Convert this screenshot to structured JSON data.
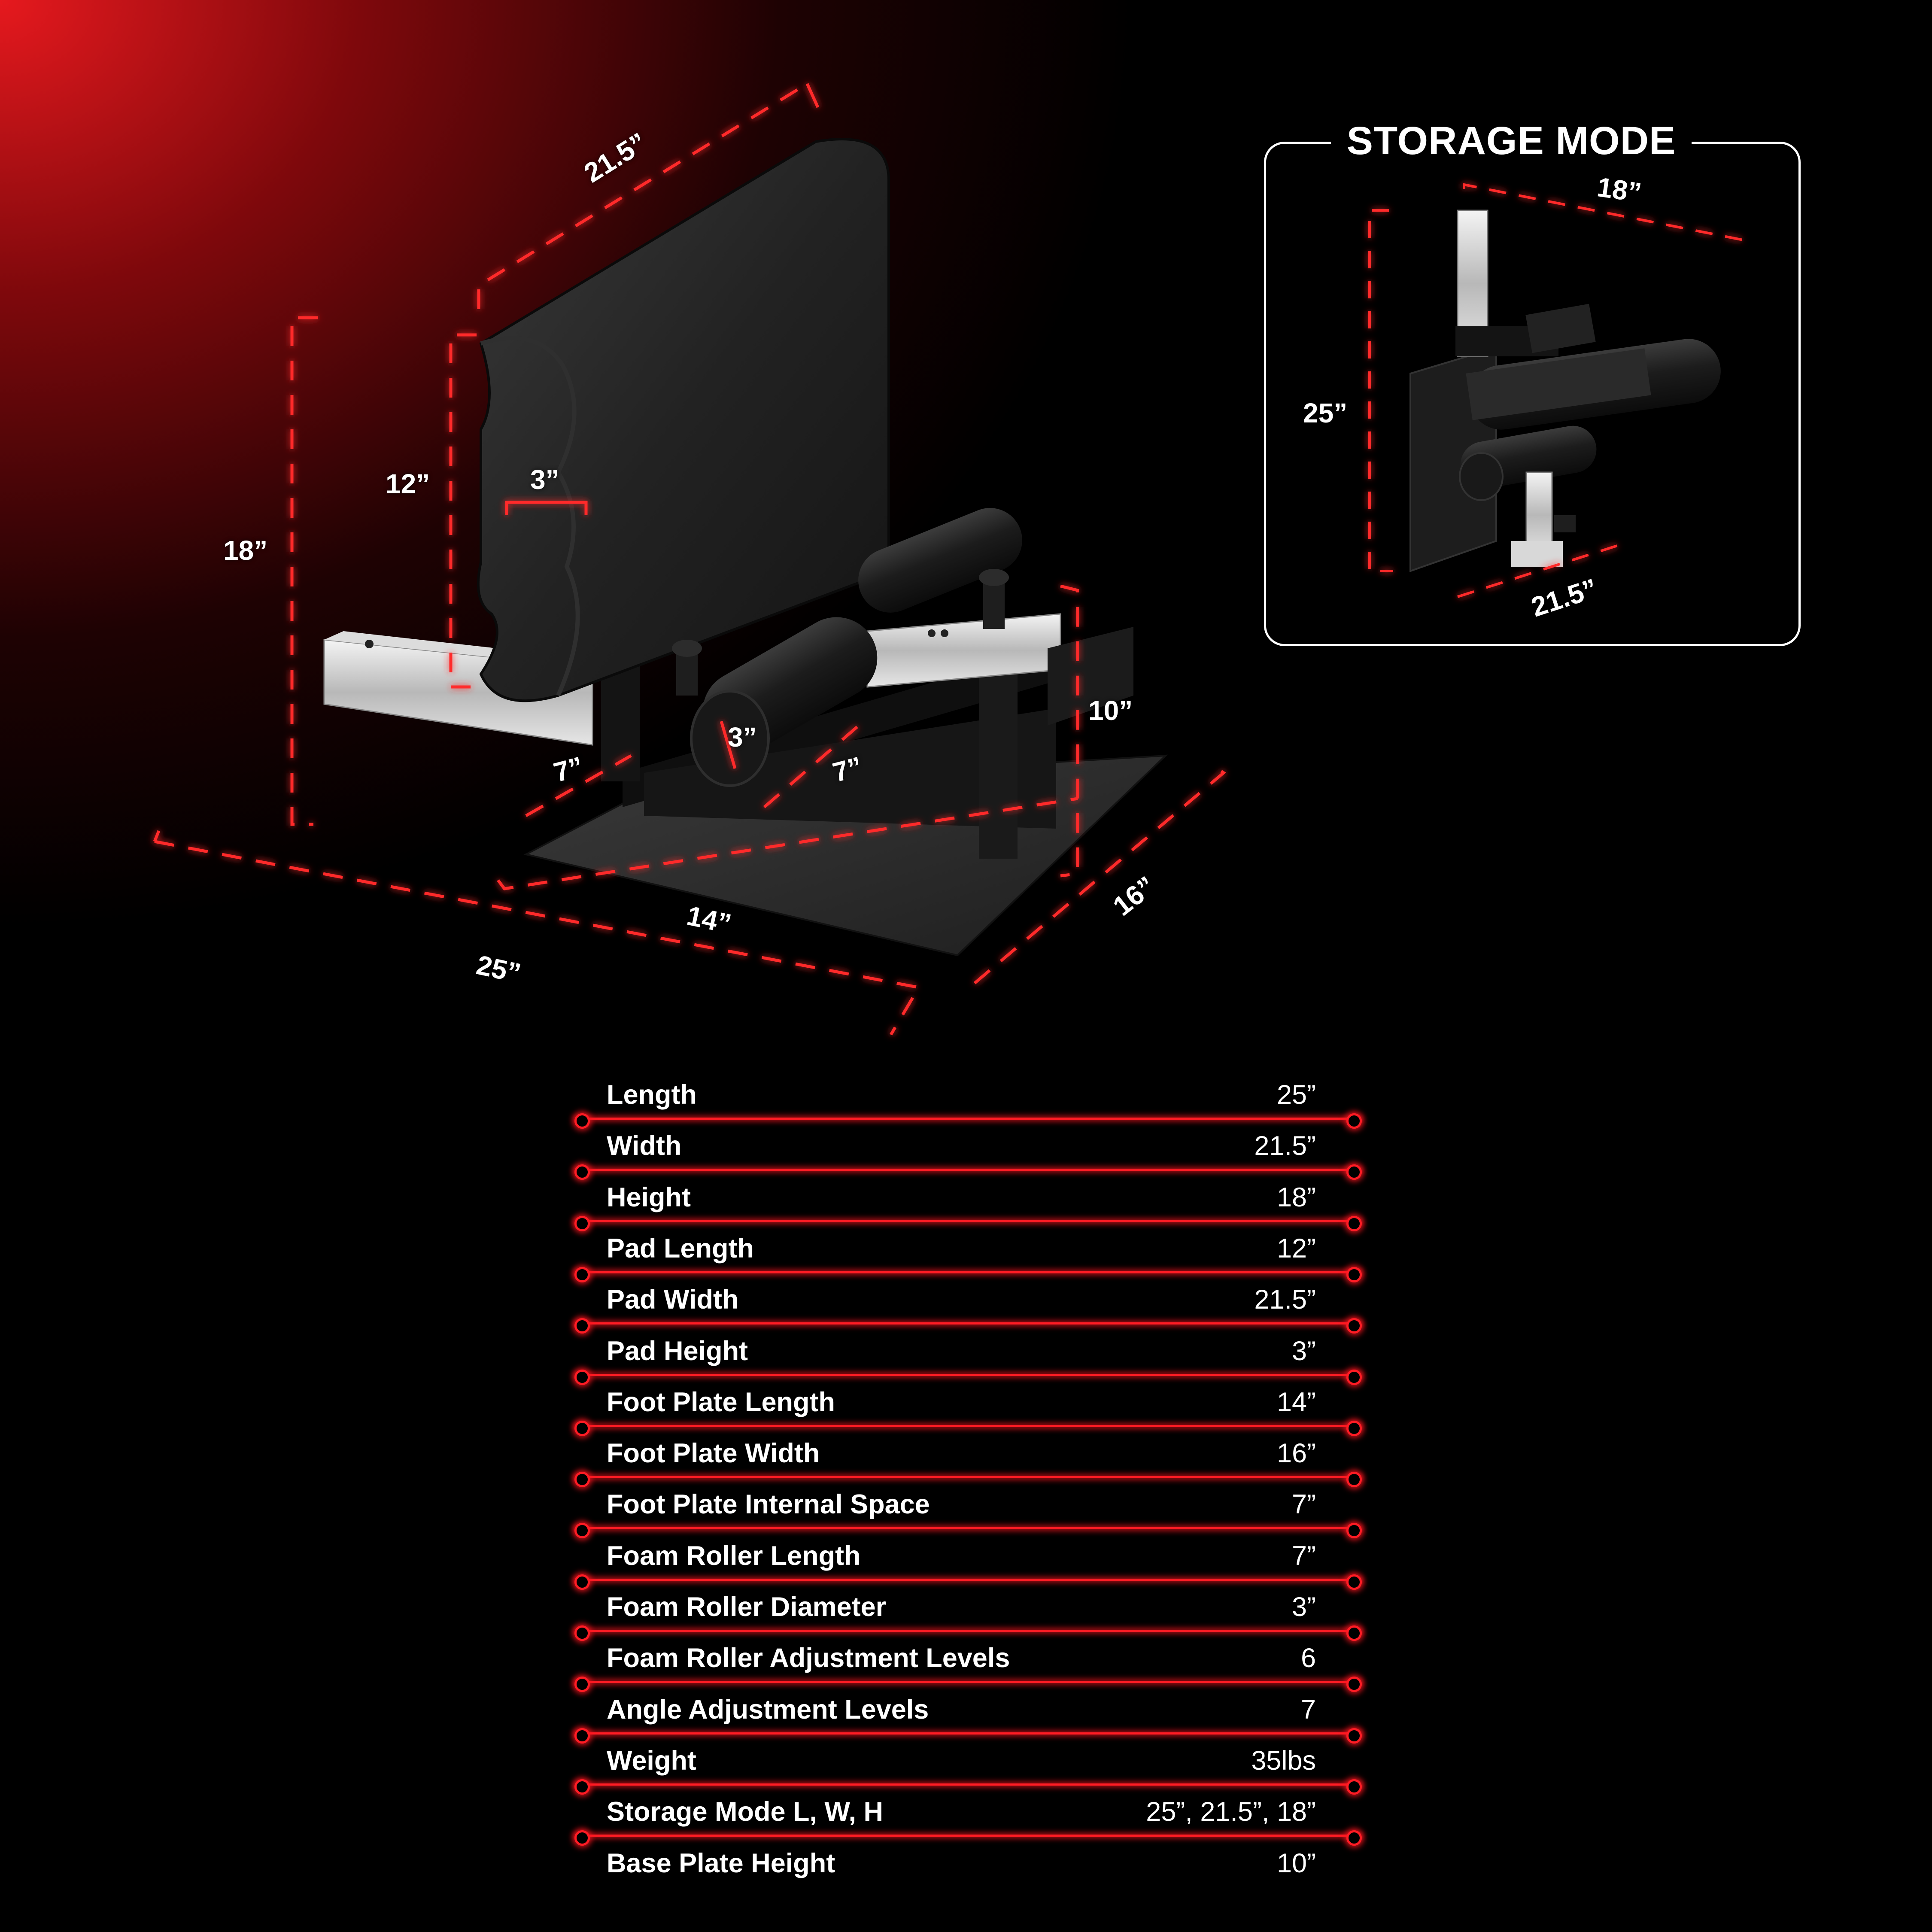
{
  "main_dimensions": {
    "pad_width": "21.5”",
    "pad_length": "12”",
    "pad_height": "3”",
    "height": "18”",
    "roller_diameter": "3”",
    "internal_space": "7”",
    "roller_length": "7”",
    "base_plate_height": "10”",
    "foot_plate_length": "14”",
    "foot_plate_width": "16”",
    "length": "25”"
  },
  "storage_mode": {
    "title": "STORAGE MODE",
    "width": "18”",
    "length": "25”",
    "depth": "21.5”"
  },
  "specs": [
    {
      "label": "Length",
      "value": "25”"
    },
    {
      "label": "Width",
      "value": "21.5”"
    },
    {
      "label": "Height",
      "value": "18”"
    },
    {
      "label": "Pad Length",
      "value": "12”"
    },
    {
      "label": "Pad Width",
      "value": "21.5”"
    },
    {
      "label": "Pad Height",
      "value": "3”"
    },
    {
      "label": "Foot Plate Length",
      "value": "14”"
    },
    {
      "label": "Foot Plate Width",
      "value": "16”"
    },
    {
      "label": "Foot Plate Internal Space",
      "value": "7”"
    },
    {
      "label": "Foam Roller Length",
      "value": "7”"
    },
    {
      "label": "Foam Roller Diameter",
      "value": "3”"
    },
    {
      "label": "Foam Roller Adjustment Levels",
      "value": "6"
    },
    {
      "label": "Angle Adjustment Levels",
      "value": "7"
    },
    {
      "label": "Weight",
      "value": "35lbs"
    },
    {
      "label": "Storage Mode L, W, H",
      "value": "25”, 21.5”, 18”"
    },
    {
      "label": "Base Plate Height",
      "value": "10”"
    }
  ],
  "colors": {
    "accent": "#ff1c24",
    "background": "#000000",
    "text": "#ffffff"
  }
}
